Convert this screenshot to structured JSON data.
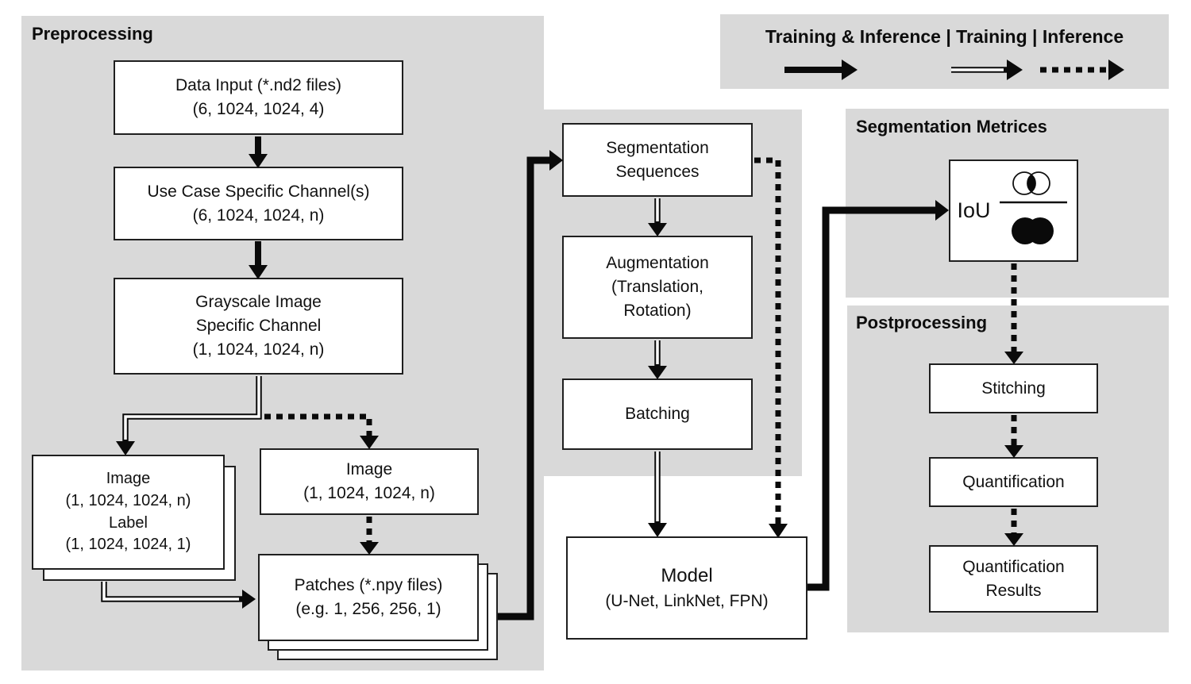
{
  "colors": {
    "panel_bg": "#d9d9d9",
    "box_bg": "#ffffff",
    "line": "#0a0a0a"
  },
  "panels": {
    "preprocessing": {
      "title": "Preprocessing"
    },
    "legend": {
      "title": "Training & Inference | Training | Inference",
      "items": [
        {
          "label": "Training & Inference",
          "arrow_style": "solid"
        },
        {
          "label": "Training",
          "arrow_style": "double-line"
        },
        {
          "label": "Inference",
          "arrow_style": "dashed"
        }
      ]
    },
    "metrics": {
      "title": "Segmentation Metrices"
    },
    "postprocessing": {
      "title": "Postprocessing"
    }
  },
  "nodes": {
    "data_input": {
      "lines": [
        "Data Input (*.nd2 files)",
        "(6, 1024, 1024, 4)"
      ]
    },
    "use_case": {
      "lines": [
        "Use Case Specific Channel(s)",
        "(6, 1024, 1024, n)"
      ]
    },
    "grayscale": {
      "lines": [
        "Grayscale Image",
        "Specific Channel",
        "(1, 1024, 1024, n)"
      ]
    },
    "image_label": {
      "lines": [
        "Image",
        "(1, 1024, 1024, n)",
        "Label",
        "(1, 1024, 1024, 1)"
      ]
    },
    "image": {
      "lines": [
        "Image",
        "(1, 1024, 1024, n)"
      ]
    },
    "patches": {
      "lines": [
        "Patches (*.npy files)",
        "(e.g. 1, 256, 256, 1)"
      ]
    },
    "segmentation_sequences": {
      "lines": [
        "Segmentation",
        "Sequences"
      ]
    },
    "augmentation": {
      "lines": [
        "Augmentation",
        "(Translation,",
        "Rotation)"
      ]
    },
    "batching": {
      "lines": [
        "Batching"
      ]
    },
    "model": {
      "lines": [
        "Model",
        "(U-Net, LinkNet, FPN)"
      ]
    },
    "iou": {
      "label": "IoU"
    },
    "stitching": {
      "lines": [
        "Stitching"
      ]
    },
    "quantification": {
      "lines": [
        "Quantification"
      ]
    },
    "quantification_results": {
      "lines": [
        "Quantification",
        "Results"
      ]
    }
  }
}
